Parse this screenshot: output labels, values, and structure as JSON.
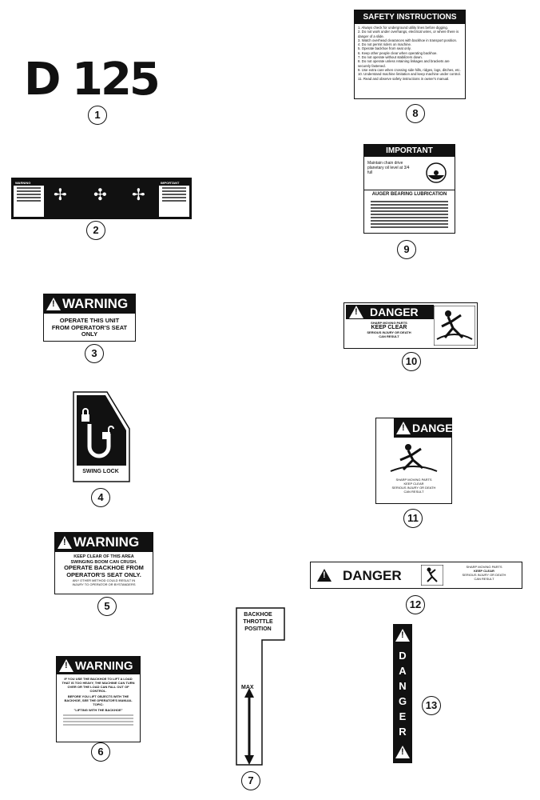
{
  "decals": {
    "d125": {
      "text": "D 125",
      "number": "1"
    },
    "operating_controls": {
      "number": "2",
      "warning_header": "WARNING",
      "important_header": "IMPORTANT"
    },
    "warning_seat": {
      "number": "3",
      "header": "WARNING",
      "lines": [
        "OPERATE THIS UNIT",
        "FROM OPERATOR'S SEAT",
        "ONLY"
      ]
    },
    "swing_lock": {
      "number": "4",
      "label": "SWING LOCK"
    },
    "warning_swing_boom": {
      "number": "5",
      "header": "WARNING",
      "line1": "KEEP CLEAR OF THIS AREA",
      "line2": "SWINGING BOOM CAN CRUSH.",
      "line3": "OPERATE BACKHOE FROM",
      "line4": "OPERATOR'S SEAT ONLY.",
      "line5": "ANY OTHER METHOD COULD RESULT IN",
      "line6": "INJURY TO OPERATOR OR BYSTANDERS"
    },
    "warning_lift": {
      "number": "6",
      "header": "WARNING",
      "para1": "IF YOU USE THE BACKHOE TO LIFT A LOAD THAT IS TOO HEAVY, THE MACHINE CAN TURN OVER OR THE LOAD CAN FALL OUT OF CONTROL.",
      "para2": "BEFORE YOU LIFT OBJECTS WITH THE BACKHOE, SEE THE OPERATOR'S MANUAL TOPIC:",
      "para3": "\"LIFTING WITH THE BACKHOE\""
    },
    "throttle": {
      "number": "7",
      "line1": "BACKHOE",
      "line2": "THROTTLE",
      "line3": "POSITION",
      "max": "MAX"
    },
    "safety_instructions": {
      "number": "8",
      "header": "SAFETY INSTRUCTIONS",
      "items": [
        "1. Always check for underground utility lines before digging.",
        "2. Do not work under overhangs, electrical wires, or where there is danger of a slide.",
        "3. Watch overhead clearances with backhoe in transport position.",
        "4. Do not permit riders on machine.",
        "5. Operate backhoe from seat only.",
        "6. Keep other people clear when operating backhoe.",
        "7. Do not operate without stabilizers down.",
        "8. Do not operate unless retaining linkages and brackets are securely fastened.",
        "9. Use extra care when crossing side hills, ridges, logs, ditches, etc.",
        "10. Understand machine limitation and keep machine under control.",
        "11. Read and observe safety instructions in owner's manual."
      ]
    },
    "important_auger": {
      "number": "9",
      "header": "IMPORTANT",
      "maintain": "Maintain chain drive planetary oil level at 3/4 full",
      "sub_header": "AUGER BEARING LUBRICATION"
    },
    "danger_10": {
      "number": "10",
      "header": "DANGER",
      "line1": "SHARP MOVING PARTS",
      "line2": "KEEP CLEAR",
      "line3": "SERIOUS INJURY OR DEATH",
      "line4": "CAN RESULT"
    },
    "danger_11": {
      "number": "11",
      "header": "DANGER",
      "line1": "SHARP MOVING PARTS",
      "line2": "KEEP CLEAR",
      "line3": "SERIOUS INJURY OR DEATH",
      "line4": "CAN RESULT"
    },
    "danger_12": {
      "number": "12",
      "header": "DANGER",
      "line1": "SHARP MOVING PARTS",
      "line2": "KEEP CLEAR",
      "line3": "SERIOUS INJURY OR DEATH",
      "line4": "CAN RESULT"
    },
    "danger_13": {
      "number": "13",
      "letters": [
        "D",
        "A",
        "N",
        "G",
        "E",
        "R"
      ]
    }
  }
}
